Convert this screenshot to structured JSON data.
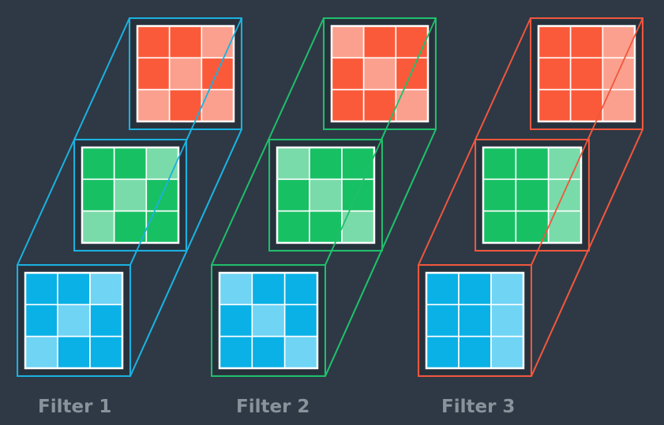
{
  "theme": {
    "background": "#2e3945",
    "palette": {
      "red": {
        "dark": "#fa5a3a",
        "light": "#fba08e"
      },
      "green": {
        "dark": "#18c064",
        "light": "#79dba9"
      },
      "blue": {
        "dark": "#0ab1e6",
        "light": "#70d4f4"
      }
    },
    "label_color": "#8a939c"
  },
  "filters": [
    {
      "label": "Filter 1",
      "outline_color": "#1ab1e0",
      "layers": {
        "red": [
          [
            1,
            1,
            0
          ],
          [
            1,
            0,
            1
          ],
          [
            0,
            1,
            0
          ]
        ],
        "green": [
          [
            1,
            1,
            0
          ],
          [
            1,
            0,
            1
          ],
          [
            0,
            1,
            1
          ]
        ],
        "blue": [
          [
            1,
            1,
            0
          ],
          [
            1,
            0,
            1
          ],
          [
            0,
            1,
            1
          ]
        ]
      }
    },
    {
      "label": "Filter 2",
      "outline_color": "#1fbf6b",
      "layers": {
        "red": [
          [
            0,
            1,
            1
          ],
          [
            1,
            0,
            1
          ],
          [
            1,
            1,
            0
          ]
        ],
        "green": [
          [
            0,
            1,
            1
          ],
          [
            1,
            0,
            1
          ],
          [
            1,
            1,
            0
          ]
        ],
        "blue": [
          [
            0,
            1,
            1
          ],
          [
            1,
            0,
            1
          ],
          [
            1,
            1,
            0
          ]
        ]
      }
    },
    {
      "label": "Filter 3",
      "outline_color": "#f0563d",
      "layers": {
        "red": [
          [
            1,
            1,
            0
          ],
          [
            1,
            1,
            0
          ],
          [
            1,
            1,
            0
          ]
        ],
        "green": [
          [
            1,
            1,
            0
          ],
          [
            1,
            1,
            0
          ],
          [
            1,
            1,
            0
          ]
        ],
        "blue": [
          [
            1,
            1,
            0
          ],
          [
            1,
            1,
            0
          ],
          [
            1,
            1,
            0
          ]
        ]
      }
    }
  ]
}
